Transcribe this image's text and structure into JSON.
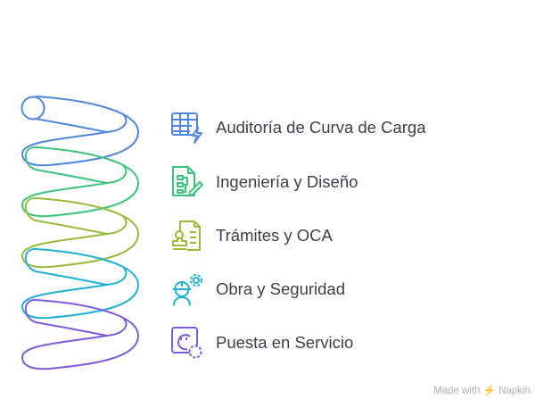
{
  "steps": [
    {
      "label": "Auditoría de Curva de Carga",
      "icon": "spreadsheet-lightning-icon",
      "color": "#4f86e0"
    },
    {
      "label": "Ingeniería y Diseño",
      "icon": "diagram-document-pencil-icon",
      "color": "#3cc47c"
    },
    {
      "label": "Trámites y OCA",
      "icon": "stamp-document-icon",
      "color": "#9aba3a"
    },
    {
      "label": "Obra y Seguridad",
      "icon": "worker-gear-icon",
      "color": "#1fb0d8"
    },
    {
      "label": "Puesta en Servicio",
      "icon": "outlet-gear-icon",
      "color": "#7b5ce0"
    }
  ],
  "watermark": "Made with ⚡ Napkin"
}
